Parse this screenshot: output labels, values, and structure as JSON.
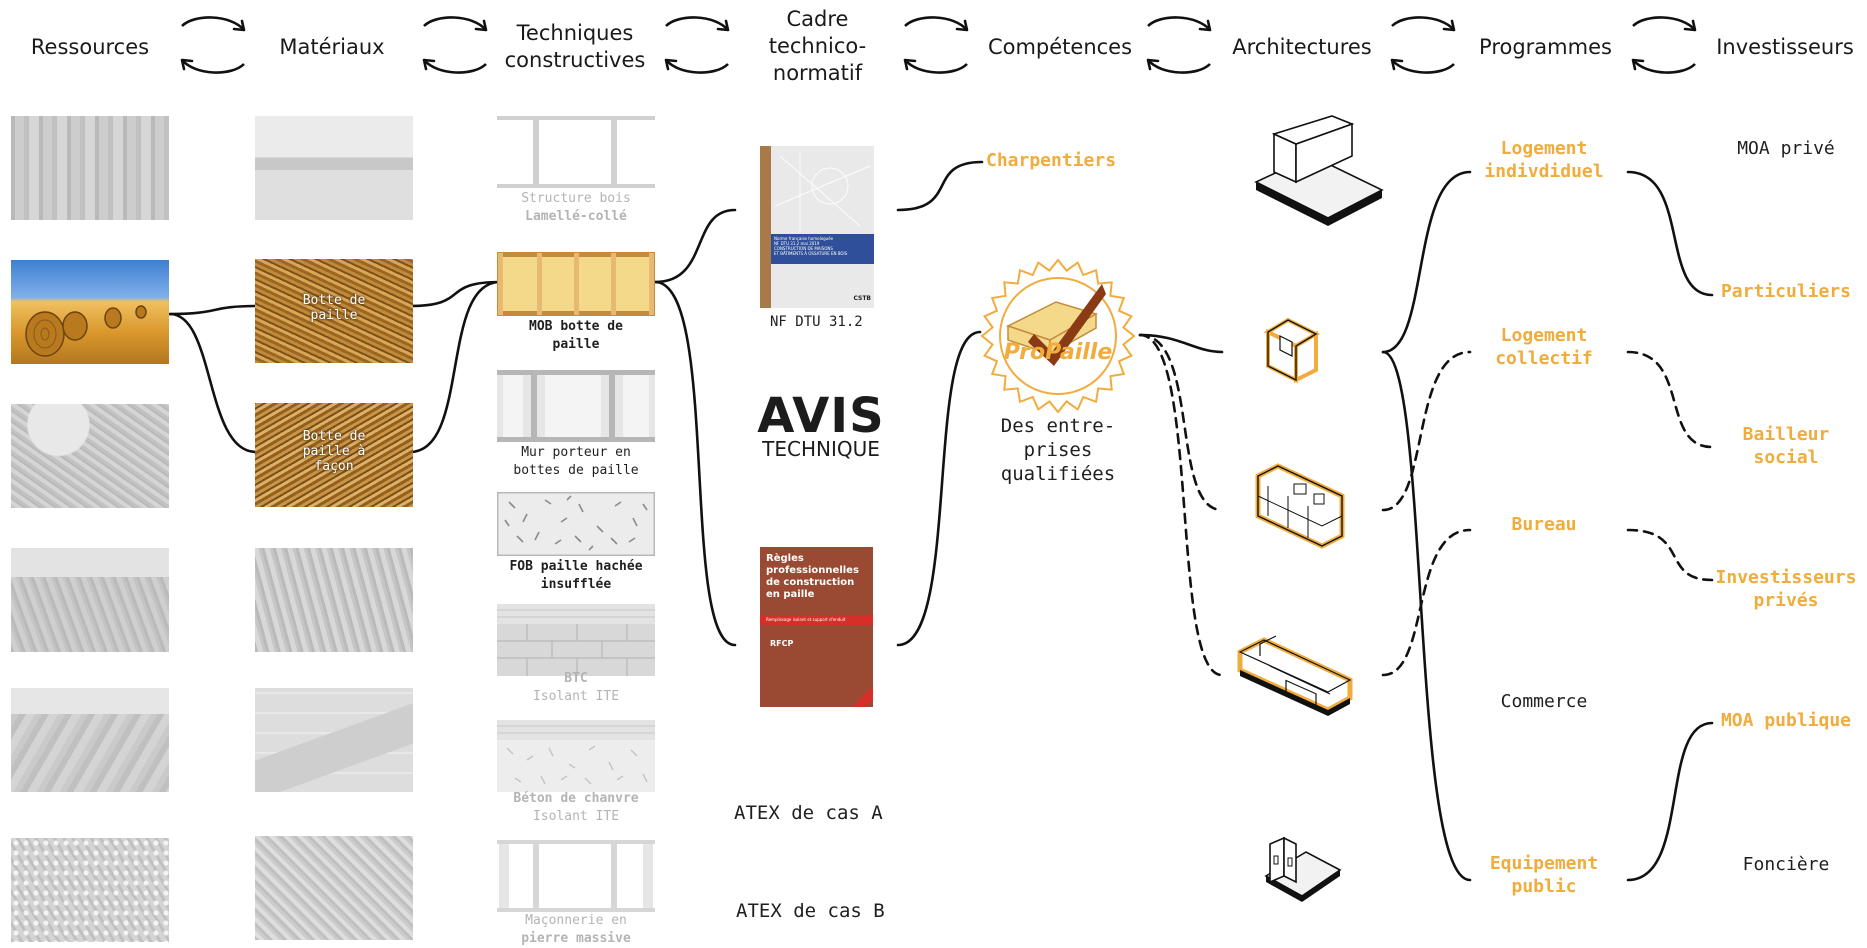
{
  "headers": {
    "ressources": "Ressources",
    "materiaux": "Matériaux",
    "techniques_1": "Techniques",
    "techniques_2": "constructives",
    "cadre_1": "Cadre",
    "cadre_2": "technico-",
    "cadre_3": "normatif",
    "competences": "Compétences",
    "architectures": "Architectures",
    "programmes": "Programmes",
    "investisseurs": "Investisseurs"
  },
  "materiaux": {
    "botte_1": "Botte de",
    "botte_2": "paille",
    "facon_1": "Botte de",
    "facon_2": "paille à",
    "facon_3": "façon"
  },
  "techniques": {
    "t1_a": "Structure bois",
    "t1_b": "Lamellé-collé",
    "t2_a": "MOB botte de",
    "t2_b": "paille",
    "t3_a": "Mur porteur en",
    "t3_b": "bottes de paille",
    "t4_a": "FOB paille hachée",
    "t4_b": "insufflée",
    "t5_a": "BTC",
    "t5_b": "Isolant ITE",
    "t6_a": "Béton de chanvre",
    "t6_b": "Isolant ITE",
    "t7_a": "Maçonnerie en",
    "t7_b": "pierre massive"
  },
  "cadre": {
    "dtu_caption": "NF DTU 31.2",
    "dtu_cover_1": "Norme française homologuée",
    "dtu_cover_2": "NF DTU 31.2  mai 2019",
    "dtu_cover_3": "CONSTRUCTION DE MAISONS",
    "dtu_cover_4": "ET BÂTIMENTS À OSSATURE EN BOIS",
    "dtu_publisher": "CSTB",
    "avis_1": "AVIS",
    "avis_2": "TECHNIQUE",
    "regles_1": "Règles",
    "regles_2": "professionnelles",
    "regles_3": "de construction",
    "regles_4": "en paille",
    "regles_sub": "Remplissage isolant et support d'enduit",
    "regles_rfcp": "RFCP",
    "atex_a": "ATEX de cas A",
    "atex_b": "ATEX de cas B"
  },
  "competences": {
    "charpentiers": "Charpentiers",
    "propaille": "ProPaille",
    "des_1": "Des entre-",
    "des_2": "prises",
    "des_3": "qualifiées"
  },
  "programmes": {
    "logement_ind_1": "Logement",
    "logement_ind_2": "indivdiduel",
    "logement_col_1": "Logement",
    "logement_col_2": "collectif",
    "bureau": "Bureau",
    "commerce": "Commerce",
    "equipement_1": "Equipement",
    "equipement_2": "public"
  },
  "investisseurs": {
    "moa_prive": "MOA privé",
    "particuliers": "Particuliers",
    "bailleur_1": "Bailleur",
    "bailleur_2": "social",
    "invest_1": "Investisseurs",
    "invest_2": "privés",
    "moa_publique": "MOA publique",
    "fonciere": "Foncière"
  },
  "colors": {
    "accent": "#f0ac3c",
    "line": "#111111",
    "faded": "#b4b4b4",
    "straw": "#f5d98a"
  }
}
